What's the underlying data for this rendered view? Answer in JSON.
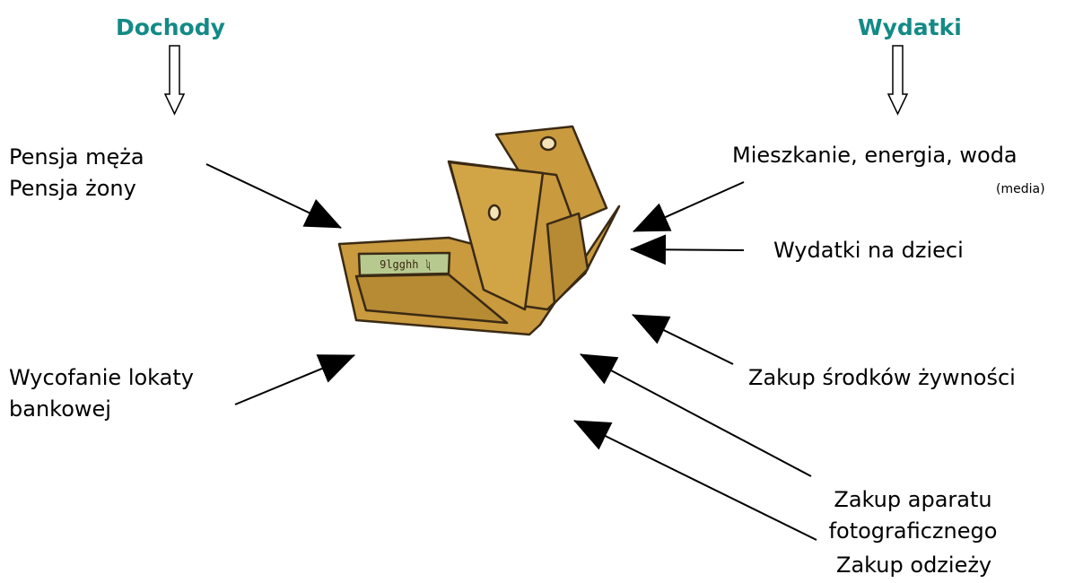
{
  "headings": {
    "income": "Dochody",
    "expenses": "Wydatki"
  },
  "income": [
    {
      "lines": [
        "Pensja męża",
        "Pensja żony"
      ]
    },
    {
      "lines": [
        "Wycofanie lokaty",
        "bankowej"
      ]
    }
  ],
  "expenses": [
    {
      "lines": [
        "Mieszkanie, energia, woda"
      ],
      "note": "(media)"
    },
    {
      "lines": [
        "Wydatki na dzieci"
      ]
    },
    {
      "lines": [
        "Zakup środków żywności"
      ]
    },
    {
      "lines": [
        "Zakup aparatu",
        "fotograficznego"
      ]
    },
    {
      "lines": [
        "Zakup odzieży"
      ]
    }
  ],
  "wallet": {
    "card_text": "9lgghh ʯ"
  },
  "colors": {
    "heading": "#138a86",
    "wallet_body": "#c99a3e",
    "wallet_outline": "#3a2a14",
    "card": "#b7c98f"
  }
}
